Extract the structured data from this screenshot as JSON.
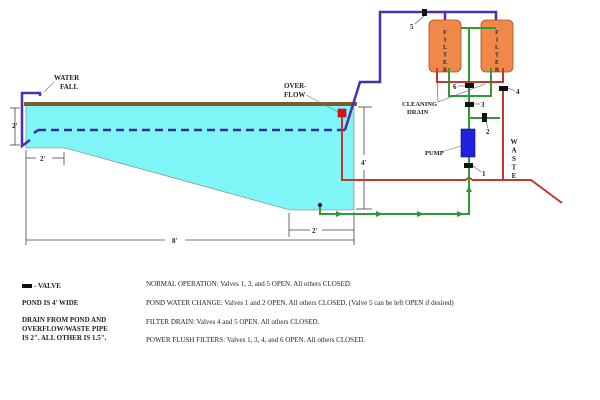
{
  "labels": {
    "waterfall": [
      "WATER",
      "FALL"
    ],
    "overflow": [
      "OVER-",
      "FLOW"
    ],
    "filter_text": "FILTER",
    "cleaning_drain": [
      "CLEANING",
      "DRAIN"
    ],
    "pump": "PUMP",
    "waste": "WASTE",
    "valves": [
      "1",
      "2",
      "3",
      "4",
      "5",
      "6"
    ]
  },
  "dimensions": {
    "pond_depth_shallow": "2'",
    "shelf_width": "2'",
    "pond_depth_deep": "4'",
    "deep_width": "2'",
    "pond_length": "8'"
  },
  "legend": {
    "valve": "- VALVE",
    "pond_width": "POND IS 4' WIDE",
    "pipe_note": [
      "DRAIN FROM POND AND",
      "OVERFLOW/WASTE PIPE",
      "IS 2\".  ALL OTHER IS 1.5\"."
    ]
  },
  "instructions": [
    "NORMAL OPERATION:  Valves 1, 3, and 5 OPEN.  All others CLOSED.",
    "POND WATER CHANGE:  Valves 1 and 2 OPEN.  All others CLOSED.  (Valve 5 can be left OPEN if desired)",
    "FILTER DRAIN:  Valves 4 and 5 OPEN.  All others CLOSED.",
    "POWER FLUSH FILTERS:  Valves 1, 3, 4, and 6 OPEN.  All others CLOSED."
  ],
  "colors": {
    "water": "#7ff5f8",
    "rim": "#7a5a2e",
    "return_pipe": "#4a2fb0",
    "waste_pipe": "#c0392b",
    "drain_pipe": "#2e9a3a",
    "filter": "#f0884a",
    "pump": "#2020e0",
    "valve": "#111111"
  }
}
